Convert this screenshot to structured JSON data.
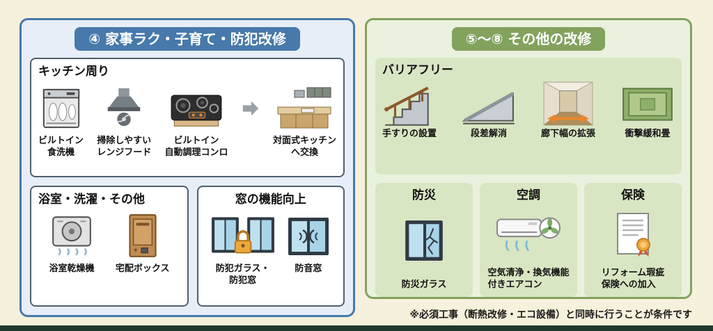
{
  "colors": {
    "accent_blue": "#4779ab",
    "accent_green": "#82a25e",
    "background": "#f6f1dc",
    "note_text": "#1a1a1a"
  },
  "left": {
    "title": "④ 家事ラク・子育て・防犯改修",
    "kitchen": {
      "title": "キッチン周り",
      "items": [
        {
          "label": "ビルトイン\n食洗機"
        },
        {
          "label": "掃除しやすい\nレンジフード"
        },
        {
          "label": "ビルトイン\n自動調理コンロ"
        },
        {
          "label": "対面式キッチン\nへ交換"
        }
      ]
    },
    "bath": {
      "title": "浴室・洗濯・その他",
      "items": [
        {
          "label": "浴室乾燥機"
        },
        {
          "label": "宅配ボックス"
        }
      ]
    },
    "window": {
      "title": "窓の機能向上",
      "items": [
        {
          "label": "防犯ガラス・\n防犯窓"
        },
        {
          "label": "防音窓"
        }
      ]
    }
  },
  "right": {
    "title": "⑤〜⑧ その他の改修",
    "barrier": {
      "title": "バリアフリー",
      "items": [
        {
          "label": "手すりの設置"
        },
        {
          "label": "段差解消"
        },
        {
          "label": "廊下幅の拡張"
        },
        {
          "label": "衝撃緩和畳"
        }
      ]
    },
    "bousai": {
      "title": "防災",
      "label": "防災ガラス"
    },
    "kuchou": {
      "title": "空調",
      "label": "空気清浄・換気機能\n付きエアコン"
    },
    "hoken": {
      "title": "保険",
      "label": "リフォーム瑕疵\n保険への加入"
    }
  },
  "note": "※必須工事（断熱改修・エコ設備）と同時に行うことが条件です"
}
